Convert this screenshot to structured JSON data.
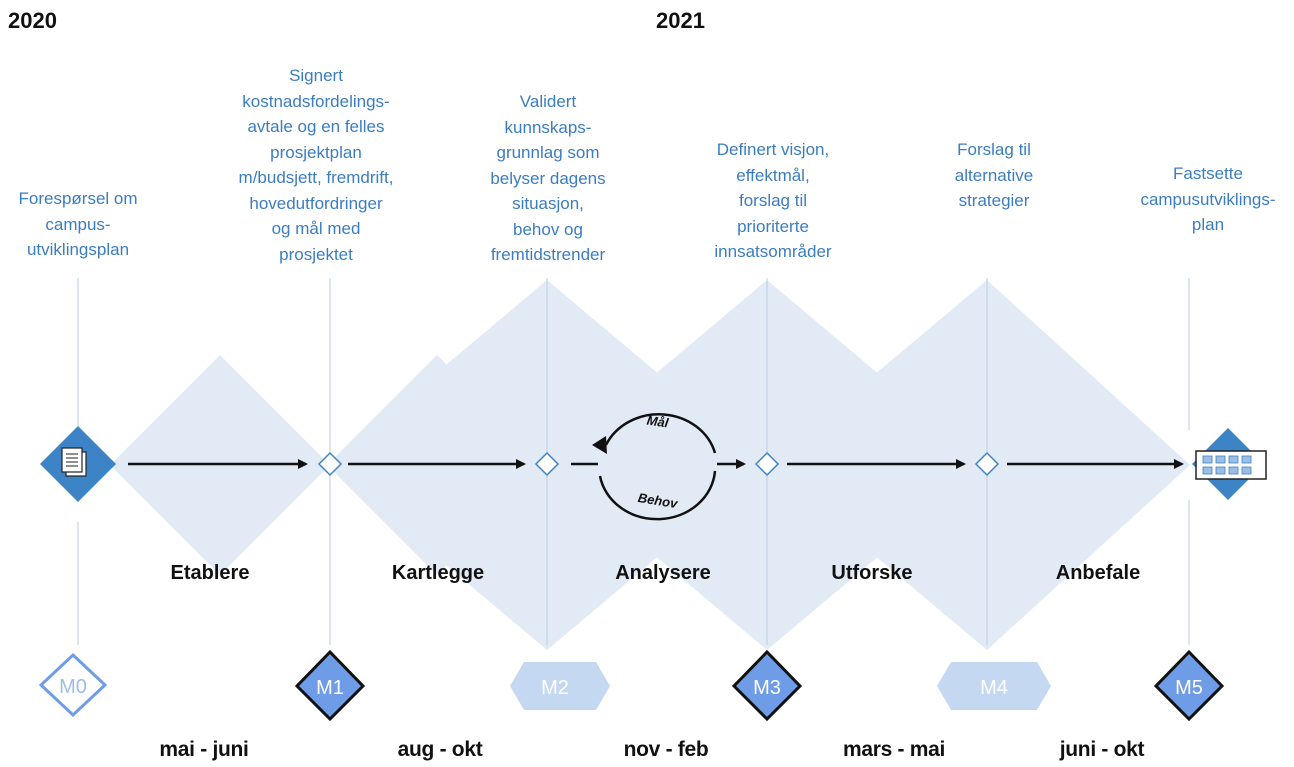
{
  "years": [
    "2020",
    "2021"
  ],
  "milestones": [
    {
      "id": "M0",
      "description": [
        "Forespørsel om",
        "campus-",
        "utviklingsplan"
      ]
    },
    {
      "id": "M1",
      "description": [
        "Signert",
        "kostnadsfordelings-",
        "avtale og en felles",
        "prosjektplan",
        "m/budsjett, fremdrift,",
        "hovedutfordringer",
        "og mål med",
        "prosjektet"
      ]
    },
    {
      "id": "M2",
      "description": [
        "Validert",
        "kunnskaps-",
        "grunnlag som",
        "belyser dagens",
        "situasjon,",
        "behov og",
        "fremtidstrender"
      ]
    },
    {
      "id": "M3",
      "description": [
        "Definert visjon,",
        "effektmål,",
        "forslag til",
        "prioriterte",
        "innsatsområder"
      ]
    },
    {
      "id": "M4",
      "description": [
        "Forslag til",
        "alternative",
        "strategier"
      ]
    },
    {
      "id": "M5",
      "description": [
        "Fastsette",
        "campusutviklings-",
        "plan"
      ]
    }
  ],
  "phases": [
    {
      "name": "Etablere",
      "period": "mai - juni"
    },
    {
      "name": "Kartlegge",
      "period": "aug - okt"
    },
    {
      "name": "Analysere",
      "period": "nov - feb"
    },
    {
      "name": "Utforske",
      "period": "mars - mai"
    },
    {
      "name": "Anbefale",
      "period": "juni - okt"
    }
  ],
  "cycle": {
    "top_label": "Mål",
    "bottom_label": "Behov"
  },
  "colors": {
    "text_blue": "#3b7dc1",
    "diamond_fill": "#e2ebf5",
    "node_blue": "#3d84c6",
    "milestone_fill": "#6f9ce6",
    "pale_hex": "#c5d8f1"
  },
  "icons": {
    "start": "documents-icon",
    "end": "plan-board-icon"
  }
}
